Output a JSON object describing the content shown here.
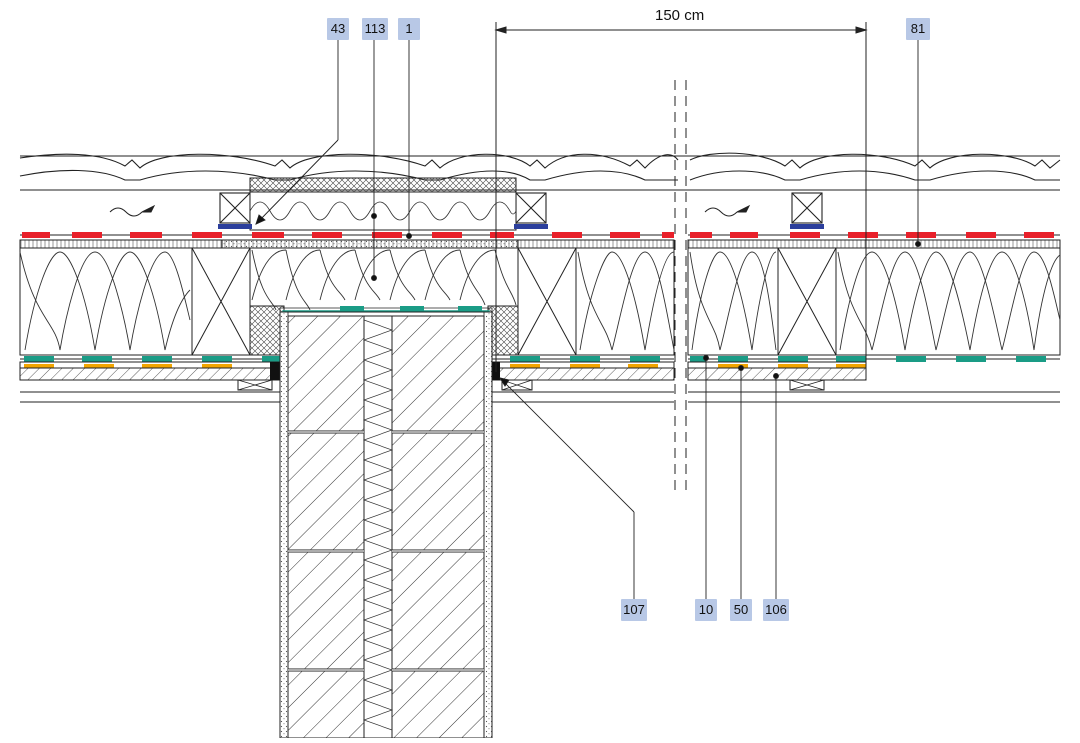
{
  "dimension": {
    "label": "150 cm"
  },
  "callouts": [
    {
      "id": "c43",
      "label": "43"
    },
    {
      "id": "c113",
      "label": "113"
    },
    {
      "id": "c1",
      "label": "1"
    },
    {
      "id": "c81",
      "label": "81"
    },
    {
      "id": "c107",
      "label": "107"
    },
    {
      "id": "c10",
      "label": "10"
    },
    {
      "id": "c50",
      "label": "50"
    },
    {
      "id": "c106",
      "label": "106"
    }
  ],
  "colors": {
    "callout_bg": "#b8c8e6",
    "membrane_red": "#e8202a",
    "membrane_blue": "#2c3f9c",
    "vapour_green": "#1a9c86",
    "orange_layer": "#f2a500",
    "line": "#222222"
  }
}
